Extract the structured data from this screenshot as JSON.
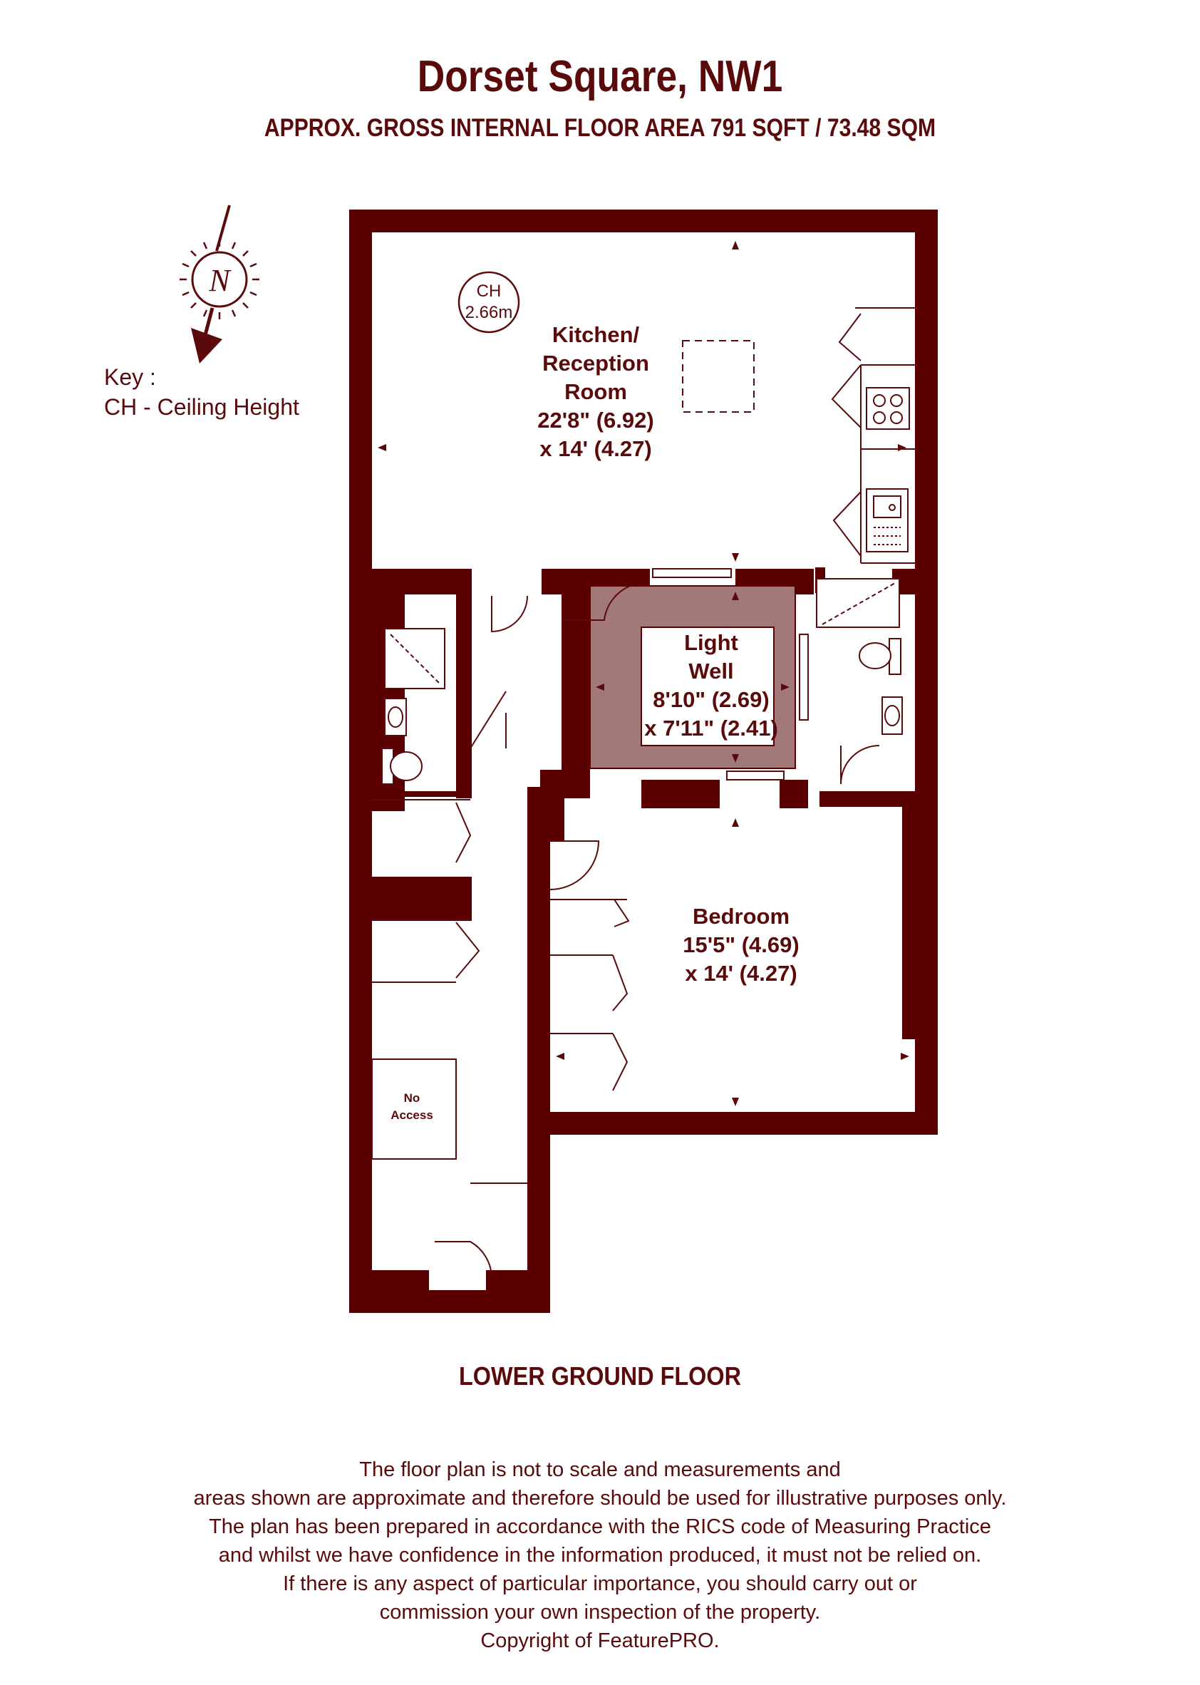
{
  "header": {
    "title": "Dorset Square, NW1",
    "area": "APPROX. GROSS INTERNAL FLOOR AREA 791 SQFT / 73.48 SQM"
  },
  "compass": {
    "label": "N"
  },
  "key": {
    "heading": "Key :",
    "entry": "CH - Ceiling Height"
  },
  "ceiling_marker": {
    "code": "CH",
    "value": "2.66m"
  },
  "rooms": {
    "kitchen": {
      "line1": "Kitchen/",
      "line2": "Reception",
      "line3": "Room",
      "dim1": "22'8\" (6.92)",
      "dim2": "x 14' (4.27)"
    },
    "lightwell": {
      "line1": "Light",
      "line2": "Well",
      "dim1": "8'10\" (2.69)",
      "dim2": "x 7'11\" (2.41)"
    },
    "bedroom": {
      "line1": "Bedroom",
      "dim1": "15'5\" (4.69)",
      "dim2": "x 14' (4.27)"
    },
    "no_access": {
      "line1": "No",
      "line2": "Access"
    }
  },
  "floor_label": "LOWER GROUND FLOOR",
  "disclaimer": [
    "The floor plan is not to scale and measurements and",
    "areas shown are approximate and therefore should be used for illustrative purposes only.",
    "The plan has been prepared in accordance with the RICS code of Measuring Practice",
    "and whilst we have confidence in the information produced, it must not be relied on.",
    "If there is any aspect of particular importance, you should carry out or",
    "commission your own inspection of the property.",
    "Copyright of FeaturePRO."
  ],
  "colors": {
    "wall": "#5a0000",
    "lightwell": "#a37878",
    "text": "#5a0a0a"
  }
}
